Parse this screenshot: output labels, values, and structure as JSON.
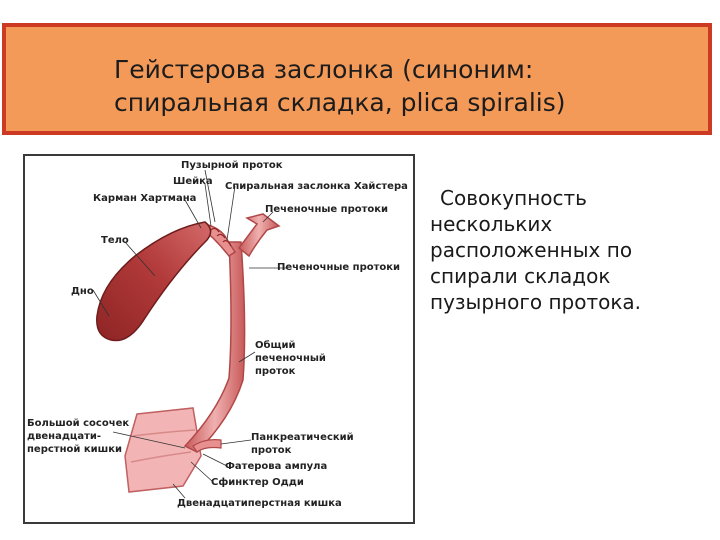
{
  "title": {
    "line1": "Гейстерова заслонка (синоним:",
    "line2": "спиральная складка, plica spiralis)"
  },
  "description": "Совокупность нескольких расположенных по спирали складок пузырного протока.",
  "diagram": {
    "labels": {
      "cystic_duct": "Пузырной проток",
      "neck": "Шейка",
      "spiral_valve": "Спиральная заслонка Хайстера",
      "hartmann_pouch": "Карман Хартмана",
      "hepatic_ducts_1": "Печеночные протоки",
      "body": "Тело",
      "hepatic_ducts_2": "Печеночные протоки",
      "fundus": "Дно",
      "common_hepatic_1": "Общий",
      "common_hepatic_2": "печеночный",
      "common_hepatic_3": "проток",
      "major_papilla_1": "Большой сосочек",
      "major_papilla_2": "двенадцати-",
      "major_papilla_3": "перстной кишки",
      "pancreatic_1": "Панкреатический",
      "pancreatic_2": "проток",
      "vater_ampulla": "Фатерова ампула",
      "oddi_sphincter": "Сфинктер Одди",
      "duodenum": "Двенадцатиперстная кишка"
    }
  },
  "colors": {
    "banner_fill": "#f49a58",
    "banner_border": "#cc3a24",
    "organ_dark": "#8e2424",
    "organ_mid": "#c04444",
    "organ_light": "#e89090"
  }
}
